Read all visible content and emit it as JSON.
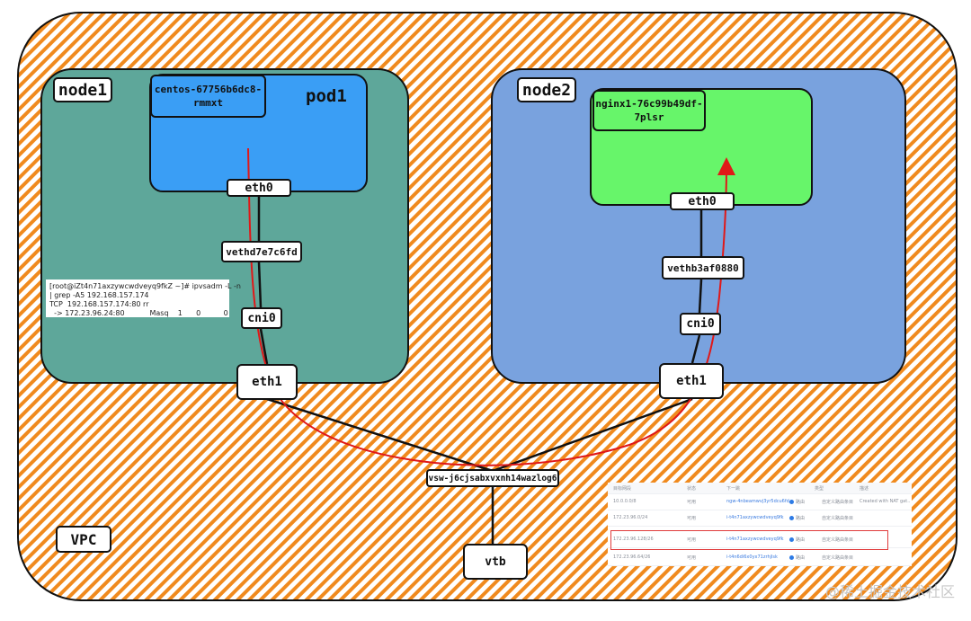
{
  "vpc": {
    "label": "VPC"
  },
  "node1": {
    "label": "node1",
    "pod": {
      "label": "pod1",
      "name_line1": "centos-67756b6dc8-",
      "name_line2": "rmmxt"
    },
    "eth0": "eth0",
    "veth": "vethd7e7c6fd",
    "cni": "cni0",
    "eth1": "eth1",
    "terminal": [
      "[root@iZt4n71axzywcwdveyq9fkZ ~]# ipvsadm -L -n",
      "| grep -A5 192.168.157.174",
      "TCP  192.168.157.174:80 rr",
      "  -> 172.23.96.24:80           Masq    1      0          0"
    ]
  },
  "node2": {
    "label": "node2",
    "pod": {
      "name_line1": "nginx1-76c99b49df-",
      "name_line2": "7plsr"
    },
    "eth0": "eth0",
    "veth": "vethb3af0880",
    "cni": "cni0",
    "eth1": "eth1"
  },
  "vswitch": {
    "label": "vsw-j6cjsabxvxnh14wazlog6"
  },
  "vtb": {
    "label": "vtb"
  },
  "route_table": {
    "headers": [
      "目标网段",
      "状态",
      "下一跳",
      "类型",
      "描述"
    ],
    "rows": [
      {
        "dest": "10.0.0.0/8",
        "status": "可用",
        "nexthop": "ngw-4nbeamwvj3yr5dcu6fdj",
        "type": "路由",
        "kind": "自定义路由条目",
        "desc": "Created with NAT gat..."
      },
      {
        "dest": "172.23.96.0/24",
        "status": "可用",
        "nexthop": "i-t4n71axzywcwdveyq9fk",
        "type": "路由",
        "kind": "自定义路由条目",
        "desc": ""
      },
      {
        "dest": "172.23.96.128/26",
        "status": "可用",
        "nexthop": "i-t4n71axzywcwdveyq9fk",
        "type": "路由",
        "kind": "自定义路由条目",
        "desc": ""
      },
      {
        "dest": "172.23.96.64/26",
        "status": "可用",
        "nexthop": "i-t4n6di6x0yx71zrhjlsk",
        "type": "路由",
        "kind": "自定义路由条目",
        "desc": ""
      }
    ]
  },
  "watermark": "@稀土掘金技术社区",
  "colors": {
    "hatch_orange": "#f08a1e",
    "node1_fill": "#5ea79a",
    "node2_fill": "#79a2de",
    "pod1_fill": "#3a9ef5",
    "pod2_fill": "#67f56a",
    "arrow_red": "#e01818"
  }
}
